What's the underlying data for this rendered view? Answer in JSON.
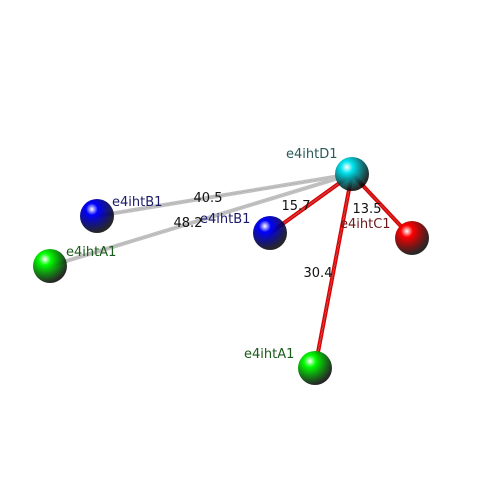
{
  "atoms": [
    {
      "id": "D1",
      "label": "e4ihtD1",
      "color": "#00e5f0",
      "label_color": "#2a5a5a"
    },
    {
      "id": "B1a",
      "label": "e4ihtB1",
      "color": "#0000ff",
      "label_color": "#1a1a6a"
    },
    {
      "id": "B1b",
      "label": "e4ihtB1",
      "color": "#0000ff",
      "label_color": "#1a1a6a"
    },
    {
      "id": "A1a",
      "label": "e4ihtA1",
      "color": "#00ff00",
      "label_color": "#1a5a1a"
    },
    {
      "id": "A1b",
      "label": "e4ihtA1",
      "color": "#00ff00",
      "label_color": "#1a5a1a"
    },
    {
      "id": "C1",
      "label": "e4ihtC1",
      "color": "#ff0000",
      "label_color": "#6a1a1a"
    }
  ],
  "bonds": [
    {
      "from": "D1",
      "to": "B1a",
      "distance": "40.5",
      "color": "#c0c0c0"
    },
    {
      "from": "D1",
      "to": "A1a",
      "distance": "48.2",
      "color": "#c0c0c0"
    },
    {
      "from": "D1",
      "to": "B1b",
      "distance": "15.7",
      "color": "#dd0000"
    },
    {
      "from": "D1",
      "to": "C1",
      "distance": "13.5",
      "color": "#dd0000"
    },
    {
      "from": "D1",
      "to": "A1b",
      "distance": "30.4",
      "color": "#dd0000"
    }
  ]
}
